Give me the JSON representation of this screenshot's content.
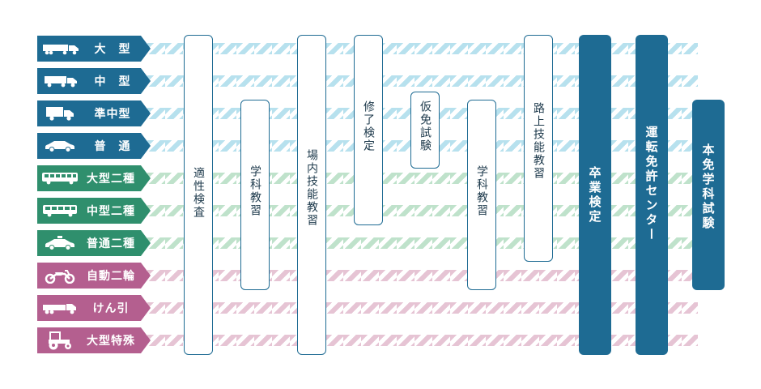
{
  "licenses": [
    {
      "label": "大　型",
      "icon": "truck-large-icon",
      "color": "blue"
    },
    {
      "label": "中　型",
      "icon": "truck-medium-icon",
      "color": "blue"
    },
    {
      "label": "準中型",
      "icon": "truck-small-icon",
      "color": "blue"
    },
    {
      "label": "普　通",
      "icon": "car-icon",
      "color": "blue"
    },
    {
      "label": "大型二種",
      "icon": "bus-large-icon",
      "color": "green"
    },
    {
      "label": "中型二種",
      "icon": "bus-medium-icon",
      "color": "green"
    },
    {
      "label": "普通二種",
      "icon": "taxi-icon",
      "color": "green"
    },
    {
      "label": "自動二輪",
      "icon": "motorcycle-icon",
      "color": "pink"
    },
    {
      "label": "けん引",
      "icon": "trailer-truck-icon",
      "color": "pink"
    },
    {
      "label": "大型特殊",
      "icon": "tractor-icon",
      "color": "pink"
    }
  ],
  "steps": [
    {
      "label": "適性検査",
      "style": "outline"
    },
    {
      "label": "学科教習",
      "style": "outline"
    },
    {
      "label": "場内技能教習",
      "style": "outline"
    },
    {
      "label": "修了検定",
      "style": "outline"
    },
    {
      "label": "仮免試験",
      "style": "outline"
    },
    {
      "label": "学科教習",
      "style": "outline"
    },
    {
      "label": "路上技能教習",
      "style": "outline"
    },
    {
      "label": "卒業検定",
      "style": "filled"
    },
    {
      "label": "運転免許センター",
      "style": "filled"
    },
    {
      "label": "本免学科試験",
      "style": "filled"
    }
  ]
}
